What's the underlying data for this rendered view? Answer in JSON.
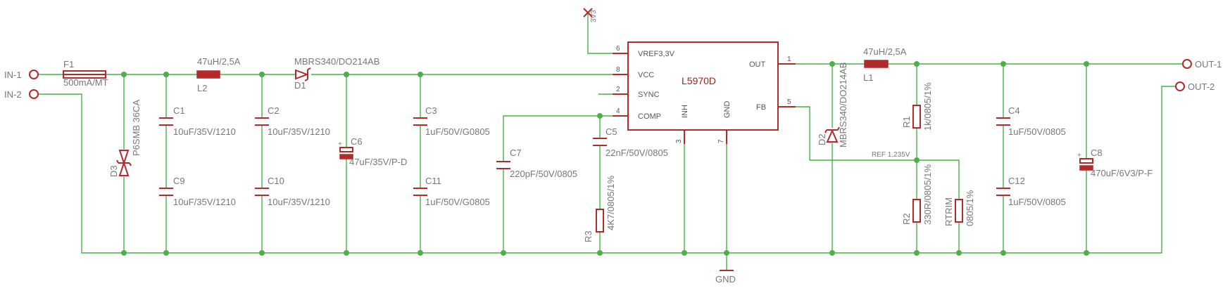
{
  "colors": {
    "wire": "#4caf4c",
    "component": "#b22a2a",
    "label": "#777777"
  },
  "connectors": {
    "in1": "IN-1",
    "in2": "IN-2",
    "out1": "OUT-1",
    "out2": "OUT-2",
    "supply": "3V3",
    "gnd": "GND"
  },
  "components": {
    "F1": {
      "name": "F1",
      "value": "500mA/MT"
    },
    "L2": {
      "name": "L2",
      "value": "47uH/2,5A"
    },
    "D1": {
      "name": "D1",
      "value": "MBRS340/DO214AB"
    },
    "D3": {
      "name": "D3",
      "value": "P6SMB 36CA"
    },
    "C1": {
      "name": "C1",
      "value": "10uF/35V/1210"
    },
    "C9": {
      "name": "C9",
      "value": "10uF/35V/1210"
    },
    "C2": {
      "name": "C2",
      "value": "10uF/35V/1210"
    },
    "C10": {
      "name": "C10",
      "value": "10uF/35V/1210"
    },
    "C6": {
      "name": "C6",
      "value": "47uF/35V/P-D"
    },
    "C3": {
      "name": "C3",
      "value": "1uF/50V/G0805"
    },
    "C11": {
      "name": "C11",
      "value": "1uF/50V/G0805"
    },
    "C7": {
      "name": "C7",
      "value": "220pF/50V/0805"
    },
    "C5": {
      "name": "C5",
      "value": "22nF/50V/0805"
    },
    "R3": {
      "name": "R3",
      "value": "4K7/0805/1%"
    },
    "L1": {
      "name": "L1",
      "value": "47uH/2,5A"
    },
    "D2": {
      "name": "D2",
      "value": "MBRS340/DO214AB"
    },
    "R1": {
      "name": "R1",
      "value": "1k/0805/1%"
    },
    "R2": {
      "name": "R2",
      "value": "330R/0805/1%"
    },
    "RTRIM": {
      "name": "RTRIM",
      "value": "0805/1%"
    },
    "C4": {
      "name": "C4",
      "value": "1uF/50V/0805"
    },
    "C12": {
      "name": "C12",
      "value": "1uF/50V/0805"
    },
    "C8": {
      "name": "C8",
      "value": "470uF/6V3/P-F"
    }
  },
  "ic": {
    "name": "L5970D",
    "pins": {
      "vref": "VREF3,3V",
      "vcc": "VCC",
      "sync": "SYNC",
      "comp": "COMP",
      "inh": "INH",
      "gnd": "GND",
      "out": "OUT",
      "fb": "FB"
    },
    "pin_numbers": {
      "vref": "6",
      "vcc": "8",
      "sync": "2",
      "comp": "4",
      "inh": "3",
      "gnd": "7",
      "out": "1",
      "fb": "5"
    }
  },
  "net_labels": {
    "ref": "REF 1,235V"
  }
}
